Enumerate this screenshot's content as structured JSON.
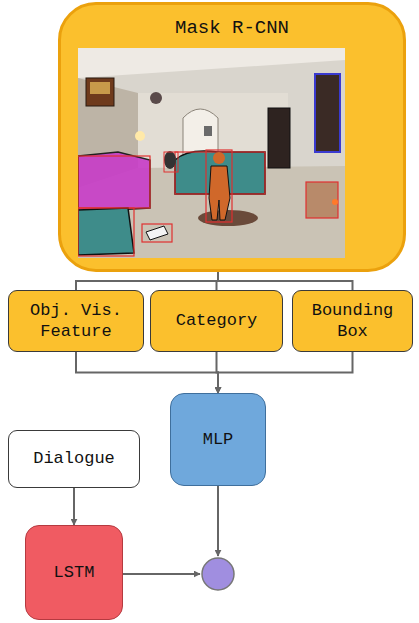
{
  "diagram": {
    "nodes": [
      {
        "text": [
          "Mask R-CNN"
        ]
      },
      {
        "text": [
          "Obj. Vis. Feature"
        ]
      },
      {
        "text": [
          "Category"
        ]
      },
      {
        "text": [
          "Bounding Box"
        ]
      },
      {
        "text": [
          "MLP"
        ]
      },
      {
        "text": [
          "Dialogue"
        ]
      },
      {
        "text": [
          "LSTM"
        ]
      }
    ],
    "edges": [
      {
        "from": 0,
        "to": 1,
        "arrow": "none"
      },
      {
        "from": 0,
        "to": 2,
        "arrow": "none"
      },
      {
        "from": 0,
        "to": 3,
        "arrow": "none"
      },
      {
        "from": 1,
        "to": 4,
        "arrow": "to"
      },
      {
        "from": 2,
        "to": 4,
        "arrow": "to"
      },
      {
        "from": 3,
        "to": 4,
        "arrow": "to"
      },
      {
        "from": 5,
        "to": 6,
        "arrow": "to"
      }
    ]
  }
}
